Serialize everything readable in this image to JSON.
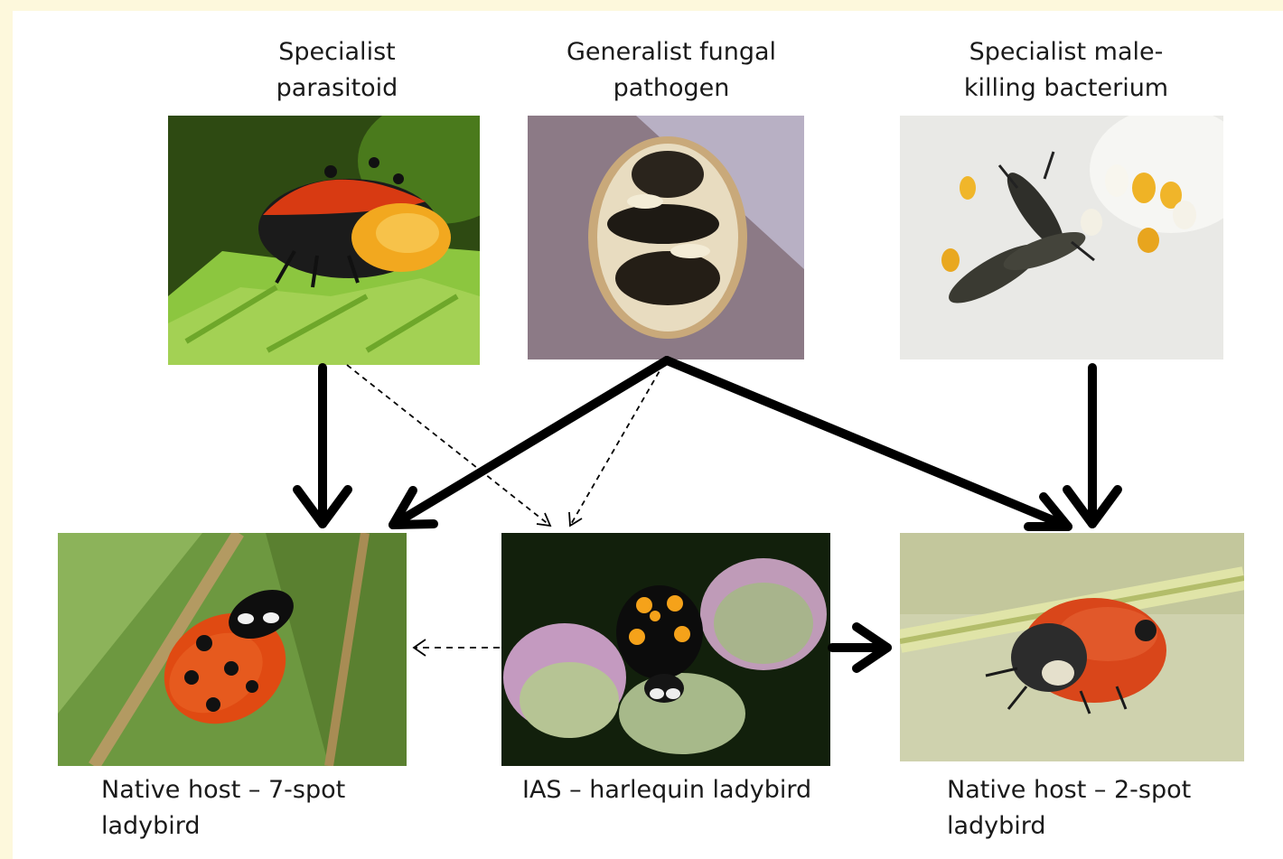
{
  "nodes": {
    "parasitoid": {
      "label": "Specialist\nparasitoid",
      "image_icon": "ladybird-with-parasitoid-cocoon-photo"
    },
    "fungus": {
      "label": "Generalist fungal\npathogen",
      "image_icon": "fungus-infected-ladybird-photo"
    },
    "bacterium": {
      "label": "Specialist male-\nkilling bacterium",
      "image_icon": "ladybird-larvae-and-eggs-photo"
    },
    "sevenspot": {
      "label": "Native host – 7-spot\nladybird",
      "image_icon": "seven-spot-ladybird-photo"
    },
    "harlequin": {
      "label": "IAS – harlequin ladybird",
      "image_icon": "harlequin-ladybird-on-thistle-photo"
    },
    "twospot": {
      "label": "Native host – 2-spot\nladybird",
      "image_icon": "two-spot-ladybird-photo"
    }
  },
  "links": [
    {
      "from": "parasitoid",
      "to": "sevenspot",
      "style": "solid"
    },
    {
      "from": "fungus",
      "to": "sevenspot",
      "style": "solid"
    },
    {
      "from": "fungus",
      "to": "twospot",
      "style": "solid"
    },
    {
      "from": "bacterium",
      "to": "twospot",
      "style": "solid"
    },
    {
      "from": "harlequin",
      "to": "twospot",
      "style": "solid"
    },
    {
      "from": "parasitoid",
      "to": "harlequin",
      "style": "dashed"
    },
    {
      "from": "fungus",
      "to": "harlequin",
      "style": "dashed"
    },
    {
      "from": "harlequin",
      "to": "sevenspot",
      "style": "dashed"
    }
  ],
  "colors": {
    "frame": "#fdf8dc",
    "background": "#ffffff",
    "arrow": "#000000"
  }
}
